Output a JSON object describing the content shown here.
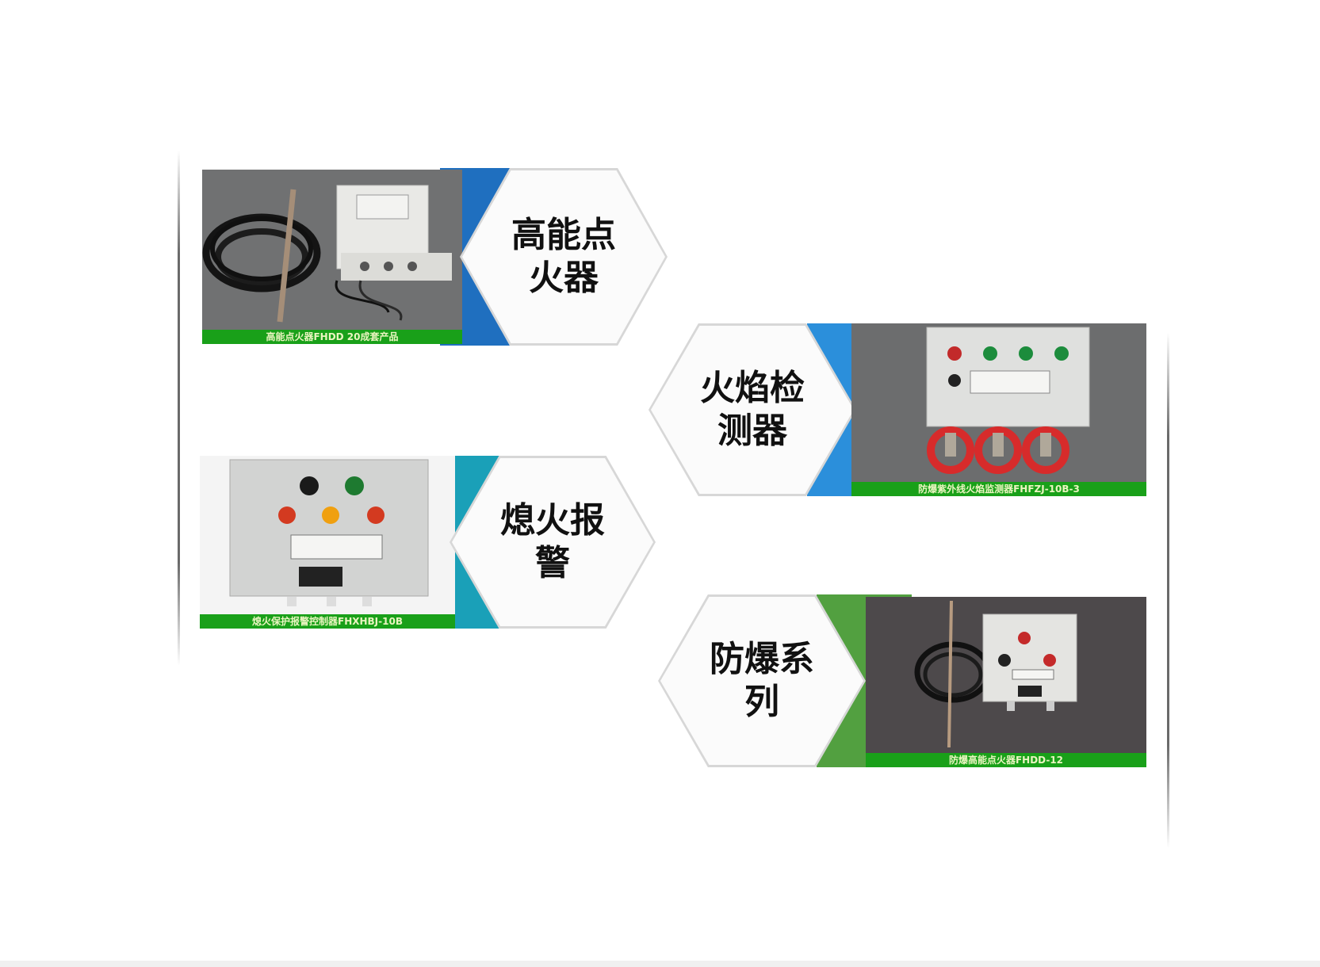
{
  "products": [
    {
      "label": "高能点火器",
      "caption": "高能点火器FHDD 20成套产品",
      "accent": "#1f6fbf"
    },
    {
      "label": "火焰检测器",
      "caption": "防爆紫外线火焰监测器FHFZJ-10B-3",
      "accent": "#2b8fdb"
    },
    {
      "label": "熄火报警",
      "caption": "熄火保护报警控制器FHXHBJ-10B",
      "accent": "#1aa0b8"
    },
    {
      "label": "防爆系列",
      "caption": "防爆高能点火器FHDD-12",
      "accent": "#52a040"
    }
  ],
  "icons": {
    "photo1": "igniter-kit-photo",
    "photo2": "flame-detector-panel-photo",
    "photo3": "alarm-panel-photo",
    "photo4": "explosion-proof-igniter-photo"
  }
}
